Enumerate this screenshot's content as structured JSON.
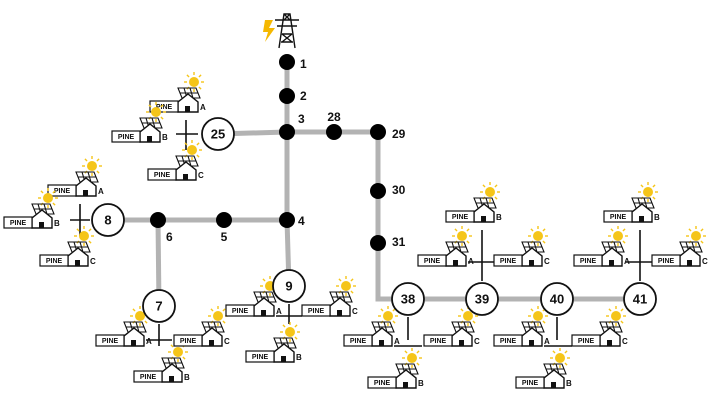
{
  "colors": {
    "line": "#b3b3b3",
    "node": "#000000",
    "sun": "#f5c518",
    "tower_bolt": "#f5b800"
  },
  "icons": {
    "source": "transmission-tower-icon",
    "load": "house-solar-panel-icon"
  },
  "source_bus": "1",
  "buses": [
    "1",
    "2",
    "3",
    "28",
    "29",
    "30",
    "31",
    "4",
    "5",
    "6"
  ],
  "load_nodes": [
    "25",
    "8",
    "7",
    "9",
    "38",
    "39",
    "40",
    "41"
  ],
  "house_label": "PINE",
  "phases": [
    "A",
    "B",
    "C"
  ],
  "edges": [
    [
      "1",
      "2"
    ],
    [
      "2",
      "3"
    ],
    [
      "3",
      "4"
    ],
    [
      "3",
      "28"
    ],
    [
      "28",
      "29"
    ],
    [
      "29",
      "30"
    ],
    [
      "30",
      "31"
    ],
    [
      "31",
      "38"
    ],
    [
      "38",
      "39"
    ],
    [
      "39",
      "40"
    ],
    [
      "40",
      "41"
    ],
    [
      "3",
      "25"
    ],
    [
      "4",
      "5"
    ],
    [
      "5",
      "6"
    ],
    [
      "6",
      "8"
    ],
    [
      "6",
      "7"
    ],
    [
      "4",
      "9"
    ]
  ]
}
